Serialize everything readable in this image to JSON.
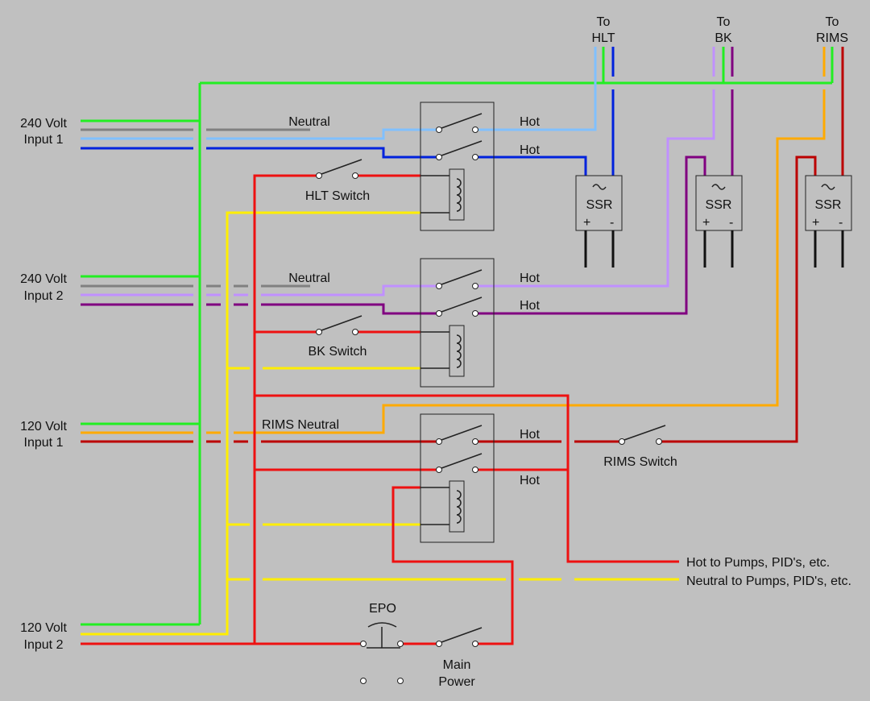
{
  "colors": {
    "background": "#c0c0c0",
    "ground": "#22ee22",
    "neutral_gray": "#808080",
    "hlt_neutral": "#80c0ff",
    "hlt_hot": "#0022dd",
    "bk_neutral": "#c090ff",
    "bk_hot": "#800080",
    "rims_neutral": "#ffaa00",
    "rims_hot": "#bb0000",
    "control_hot": "#ee1111",
    "control_neutral": "#ffee00"
  },
  "inputs": {
    "in1_line1": "240 Volt",
    "in1_line2": "Input 1",
    "in2_line1": "240 Volt",
    "in2_line2": "Input 2",
    "in3_line1": "120 Volt",
    "in3_line2": "Input 1",
    "in4_line1": "120 Volt",
    "in4_line2": "Input 2"
  },
  "destinations": {
    "to_label": "To",
    "hlt": "HLT",
    "bk": "BK",
    "rims": "RIMS"
  },
  "labels": {
    "neutral": "Neutral",
    "rims_neutral": "RIMS Neutral",
    "hot": "Hot",
    "hlt_switch": "HLT Switch",
    "bk_switch": "BK Switch",
    "rims_switch": "RIMS Switch",
    "epo": "EPO",
    "main_power_1": "Main",
    "main_power_2": "Power",
    "hot_to_pumps": "Hot to Pumps, PID's, etc.",
    "neutral_to_pumps": "Neutral to Pumps, PID's, etc."
  },
  "ssr": {
    "label": "SSR",
    "plus": "+",
    "minus": "-",
    "sine": "~"
  }
}
